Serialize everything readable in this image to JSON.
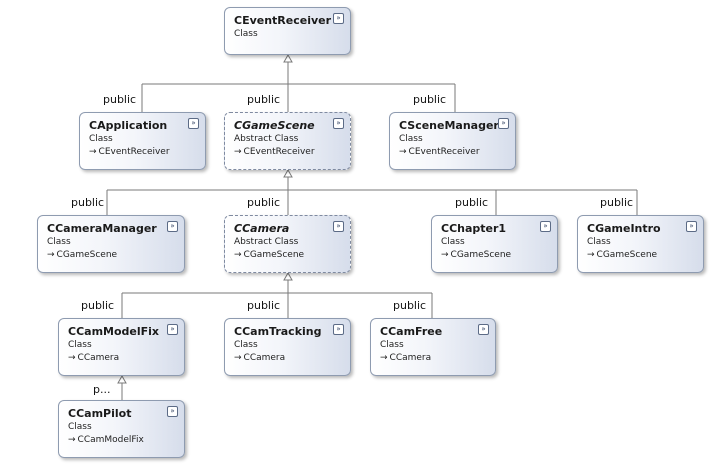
{
  "labels": {
    "public": "public",
    "partial": "p..."
  },
  "arrow_glyph": "→",
  "toggle_glyph": "»",
  "classes": {
    "CEventReceiver": {
      "name": "CEventReceiver",
      "kind": "Class"
    },
    "CApplication": {
      "name": "CApplication",
      "kind": "Class",
      "base": "CEventReceiver"
    },
    "CGameScene": {
      "name": "CGameScene",
      "kind": "Abstract Class",
      "base": "CEventReceiver"
    },
    "CSceneManager": {
      "name": "CSceneManager",
      "kind": "Class",
      "base": "CEventReceiver"
    },
    "CCameraManager": {
      "name": "CCameraManager",
      "kind": "Class",
      "base": "CGameScene"
    },
    "CCamera": {
      "name": "CCamera",
      "kind": "Abstract Class",
      "base": "CGameScene"
    },
    "CChapter1": {
      "name": "CChapter1",
      "kind": "Class",
      "base": "CGameScene"
    },
    "CGameIntro": {
      "name": "CGameIntro",
      "kind": "Class",
      "base": "CGameScene"
    },
    "CCamModelFix": {
      "name": "CCamModelFix",
      "kind": "Class",
      "base": "CCamera"
    },
    "CCamTracking": {
      "name": "CCamTracking",
      "kind": "Class",
      "base": "CCamera"
    },
    "CCamFree": {
      "name": "CCamFree",
      "kind": "Class",
      "base": "CCamera"
    },
    "CCamPilot": {
      "name": "CCamPilot",
      "kind": "Class",
      "base": "CCamModelFix"
    }
  }
}
